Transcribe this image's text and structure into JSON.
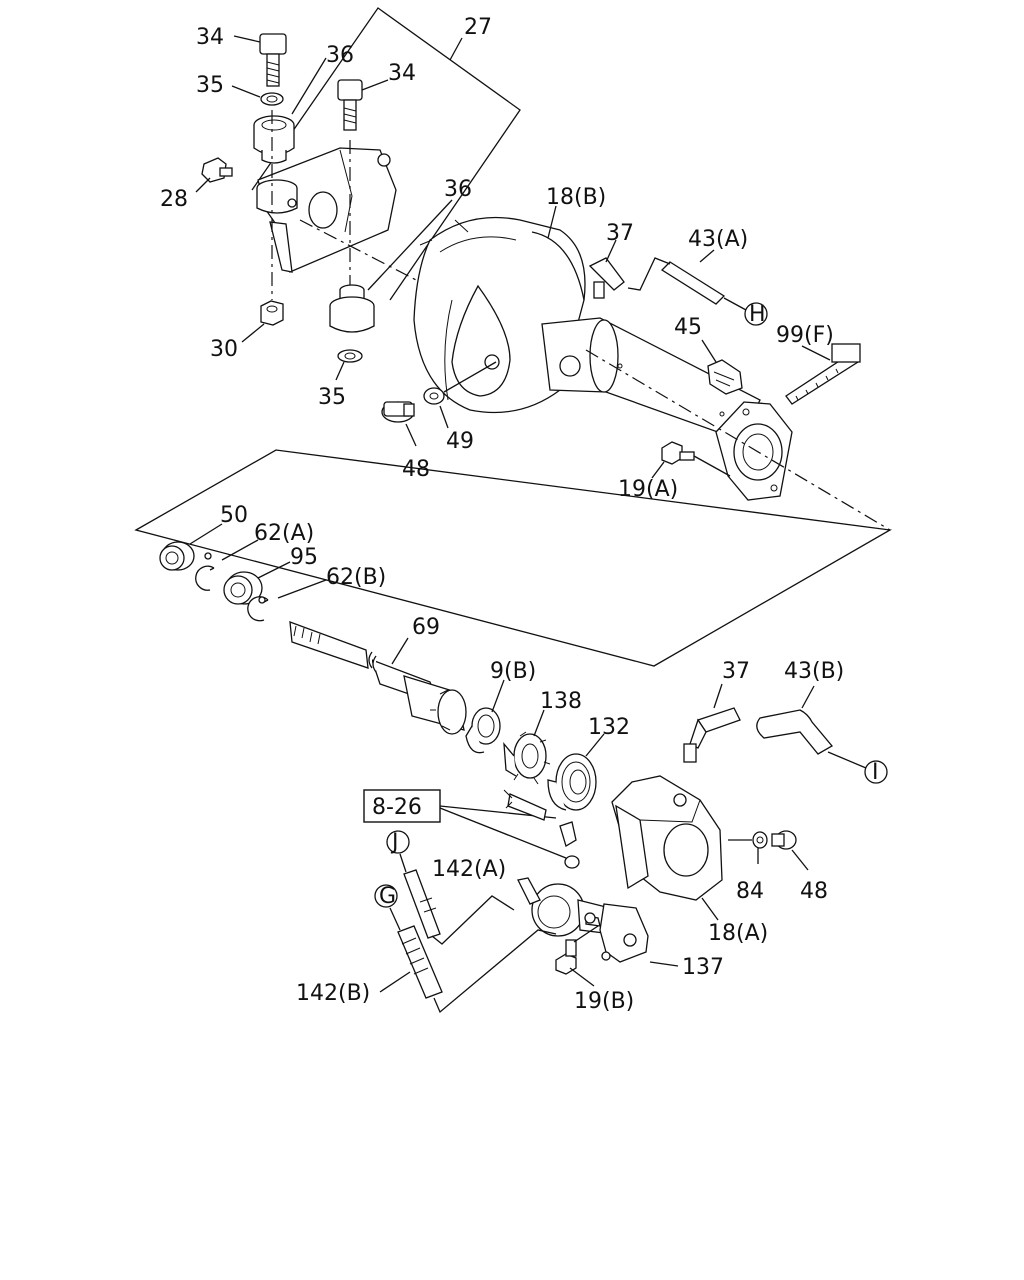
{
  "labels": {
    "l34a": "34",
    "l35a": "35",
    "l36a": "36",
    "l34b": "34",
    "l27": "27",
    "l28": "28",
    "l36b": "36",
    "l30": "30",
    "l35b": "35",
    "l18b": "18(B)",
    "l37a": "37",
    "l43a": "43(A)",
    "lH": "H",
    "l45": "45",
    "l99f": "99(F)",
    "l49": "49",
    "l48a": "48",
    "l19a": "19(A)",
    "l50": "50",
    "l62a": "62(A)",
    "l95": "95",
    "l62b": "62(B)",
    "l69": "69",
    "l9b": "9(B)",
    "l138": "138",
    "l132": "132",
    "l37b": "37",
    "l43b": "43(B)",
    "lI": "I",
    "l826": "8-26",
    "lJ": "J",
    "l142a": "142(A)",
    "lG": "G",
    "l84": "84",
    "l48b": "48",
    "l18a": "18(A)",
    "l137": "137",
    "l142b": "142(B)",
    "l19b": "19(B)"
  }
}
